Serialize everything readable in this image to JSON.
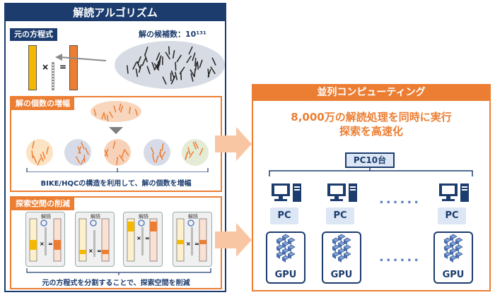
{
  "left": {
    "title": "解読アルゴリズム",
    "section1": {
      "label": "元の方程式",
      "candidates": "解の候補数：10¹³¹"
    },
    "section2": {
      "label": "解の個数の増幅",
      "caption": "BIKE/HQCの構造を利用して、解の個数を増幅"
    },
    "section3": {
      "label": "探索空間の削減",
      "mini_label": "解読",
      "caption": "元の方程式を分割することで、探索空間を削減"
    },
    "symbols": {
      "times": "×",
      "equals": "="
    }
  },
  "right": {
    "title": "並列コンピューティング",
    "headline_line1": "8,000万の解読処理を同時に実行",
    "headline_line2": "探索を高速化",
    "pc_group": "PC10台",
    "pc_label": "PC",
    "gpu_label": "GPU",
    "ellipsis": "......"
  },
  "colors": {
    "navy": "#1c3c6e",
    "orange": "#ec7e33",
    "yellow": "#f5b800",
    "light_blue": "#dce6f5"
  }
}
